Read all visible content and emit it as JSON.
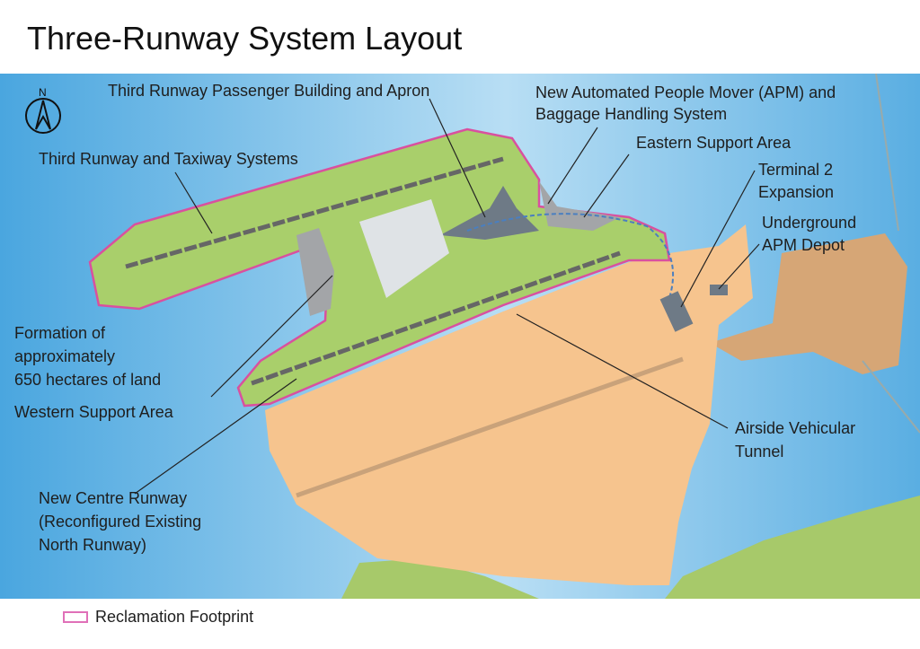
{
  "title": "Three-Runway System Layout",
  "compass": {
    "label": "N"
  },
  "labels": {
    "passenger_building": "Third Runway Passenger Building and Apron",
    "apm_line1": "New Automated People Mover (APM) and",
    "apm_line2": "Baggage Handling System",
    "eastern_support": "Eastern Support Area",
    "t2_line1": "Terminal 2",
    "t2_line2": "Expansion",
    "depot_line1": "Underground",
    "depot_line2": "APM Depot",
    "third_runway": "Third Runway and Taxiway Systems",
    "formation_line1": "Formation of",
    "formation_line2": "approximately",
    "formation_line3": "650 hectares of land",
    "western_support": "Western Support Area",
    "tunnel_line1": "Airside Vehicular",
    "tunnel_line2": "Tunnel",
    "centre_line1": "New Centre Runway",
    "centre_line2": "(Reconfigured Existing",
    "centre_line3": "North Runway)"
  },
  "legend": {
    "reclamation": "Reclamation Footprint"
  },
  "colors": {
    "sea": "#5db3e6",
    "reclamation_outline": "#d9509f",
    "new_land": "#a9cf6b",
    "existing_airport": "#f6c48e",
    "support": "#a3a5a8",
    "land": "#a7c96a",
    "tan": "#d6a676"
  }
}
